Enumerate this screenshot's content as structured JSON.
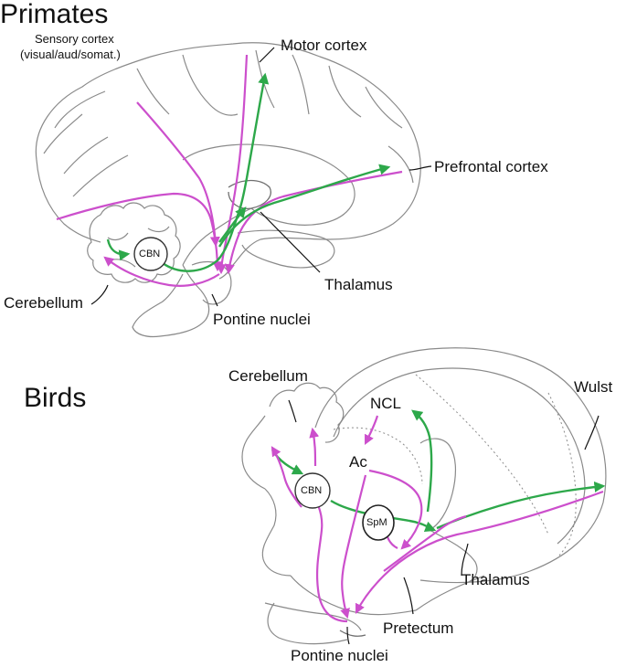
{
  "colors": {
    "pathway_a": "#cc4fcc",
    "pathway_b": "#2da84a",
    "outline": "#8a8a8a"
  },
  "primates": {
    "title": "Primates",
    "sensory_cortex": "Sensory cortex",
    "sensory_sub": "(visual/aud/somat.)",
    "motor_cortex": "Motor cortex",
    "prefrontal_cortex": "Prefrontal cortex",
    "cbn": "CBN",
    "cerebellum": "Cerebellum",
    "thalamus": "Thalamus",
    "pontine_nuclei": "Pontine nuclei"
  },
  "birds": {
    "title": "Birds",
    "cerebellum": "Cerebellum",
    "ncl": "NCL",
    "wulst": "Wulst",
    "ac": "Ac",
    "cbn": "CBN",
    "spm": "SpM",
    "thalamus": "Thalamus",
    "pretectum": "Pretectum",
    "pontine_nuclei": "Pontine nuclei"
  }
}
